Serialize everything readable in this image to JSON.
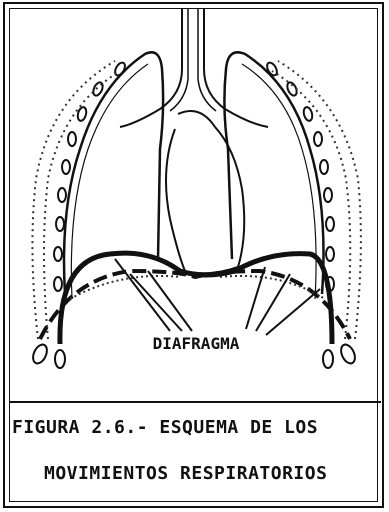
{
  "diagram": {
    "label": "DIAFRAGMA"
  },
  "caption": {
    "line1": "FIGURA 2.6.- ESQUEMA DE LOS",
    "line2": "MOVIMIENTOS RESPIRATORIOS"
  }
}
